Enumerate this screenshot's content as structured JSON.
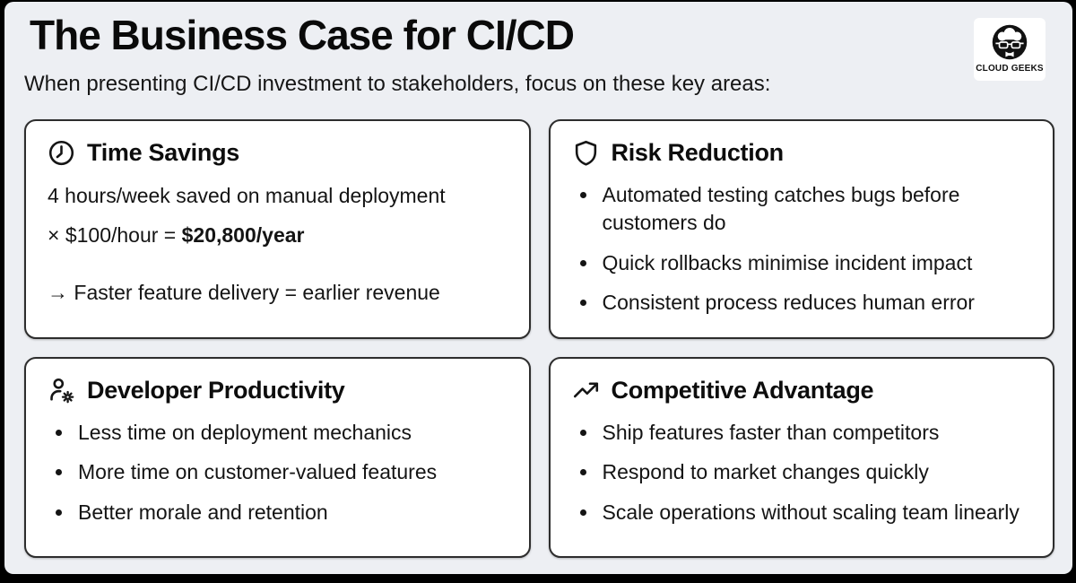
{
  "header": {
    "title": "The Business Case for CI/CD",
    "subtitle": "When presenting CI/CD investment to stakeholders, focus on these key areas:"
  },
  "logo": {
    "text": "CLOUD GEEKS",
    "icon": "cloud-geeks-face-icon"
  },
  "colors": {
    "frame": "#000000",
    "slide_bg": "#edeff3",
    "card_bg": "#ffffff",
    "card_border": "#2d2d2d",
    "text": "#111111"
  },
  "cards": [
    {
      "id": "time-savings",
      "icon": "clock-icon",
      "title": "Time Savings",
      "line1": "4 hours/week saved on manual deployment",
      "calc_prefix": "× $100/hour = ",
      "calc_bold": "$20,800/year",
      "arrow_line": "→ Faster feature delivery = earlier revenue"
    },
    {
      "id": "risk-reduction",
      "icon": "shield-icon",
      "title": "Risk Reduction",
      "bullets": [
        "Automated testing catches bugs before customers do",
        "Quick rollbacks minimise incident impact",
        "Consistent process reduces human error"
      ]
    },
    {
      "id": "developer-productivity",
      "icon": "user-gear-icon",
      "title": "Developer Productivity",
      "bullets": [
        "Less time on deployment mechanics",
        "More time on customer-valued features",
        "Better morale and retention"
      ]
    },
    {
      "id": "competitive-advantage",
      "icon": "trending-up-icon",
      "title": "Competitive Advantage",
      "bullets": [
        "Ship features faster than competitors",
        "Respond to market changes quickly",
        "Scale operations without scaling team linearly"
      ]
    }
  ]
}
